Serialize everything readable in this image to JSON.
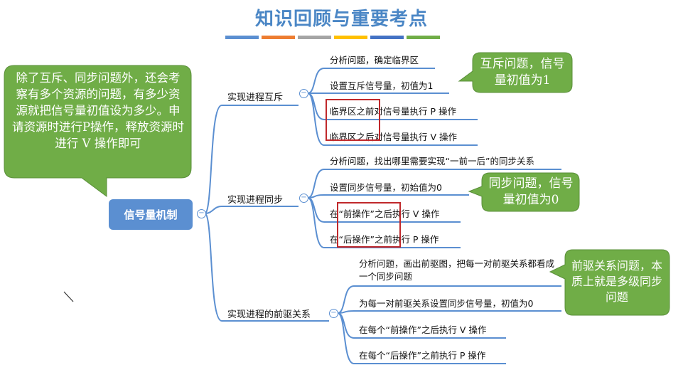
{
  "title": "知识回顾与重要考点",
  "colors": {
    "bars": [
      "#5b8fd1",
      "#ed7d31",
      "#a5a5a5",
      "#ffc000",
      "#4472c4",
      "#70ad47"
    ],
    "callout": "#70ad47",
    "root": "#5b8fd1",
    "highlight": "#c0282b"
  },
  "root": {
    "label": "信号量机制"
  },
  "branches": [
    {
      "label": "实现进程互斥",
      "items": [
        "分析问题，确定临界区",
        "设置互斥信号量，初值为1",
        "临界区之前对信号量执行 P 操作",
        "临界区之后对信号量执行 V 操作"
      ]
    },
    {
      "label": "实现进程同步",
      "items": [
        "分析问题，找出哪里需要实现“一前一后”的同步关系",
        "设置同步信号量，初始值为0",
        "在“前操作”之后执行 V 操作",
        "在“后操作”之前执行 P 操作"
      ]
    },
    {
      "label": "实现进程的前驱关系",
      "items": [
        "分析问题，画出前驱图，把每一对前驱关系都看成一个同步问题",
        "为每一对前驱关系设置同步信号量，初值为0",
        "在每个“前操作”之后执行 V 操作",
        "在每个“后操作”之前执行 P 操作"
      ]
    }
  ],
  "callouts": {
    "left": "除了互斥、同步问题外，还会考察有多个资源的问题，有多少资源就把信号量初值设为多少。申请资源时进行P操作，释放资源时进行 V 操作即可",
    "mutex": "互斥问题，信号量初值为1",
    "sync": "同步问题，信号量初值为0",
    "precedence": "前驱关系问题，本质上就是多级同步问题"
  }
}
